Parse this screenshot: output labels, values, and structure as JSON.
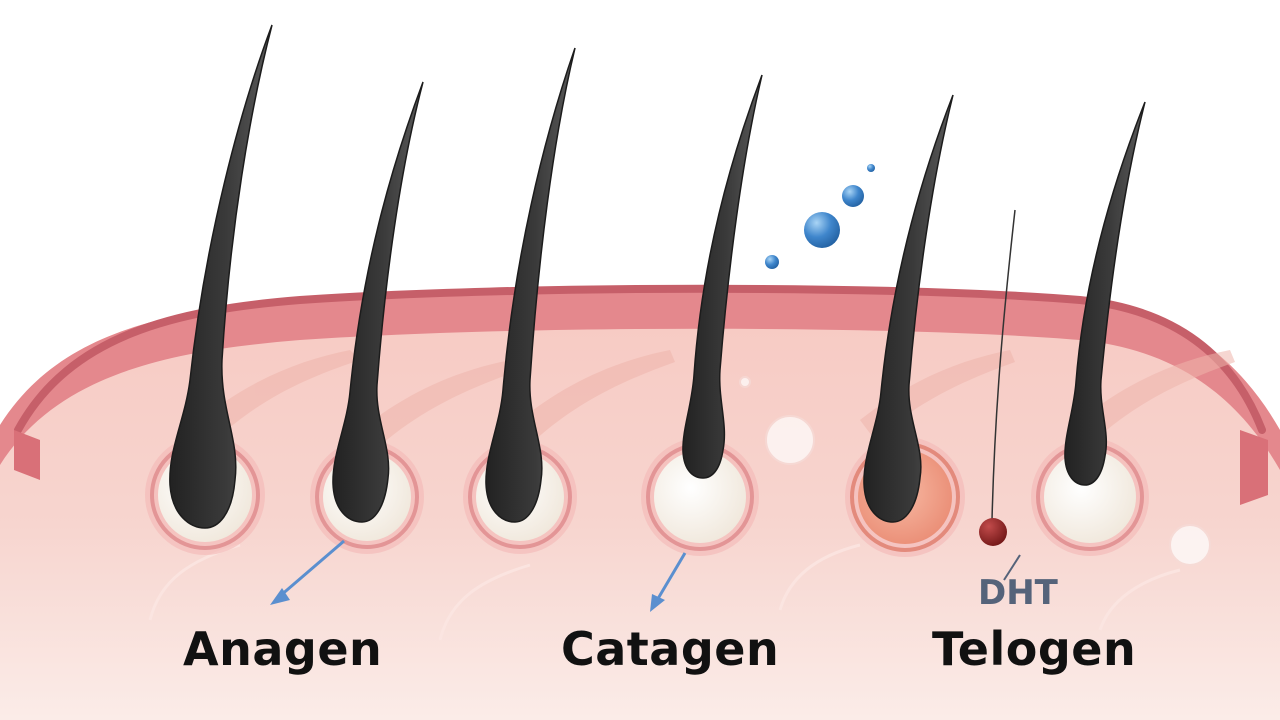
{
  "labels": {
    "anagen": "Anagen",
    "catagen": "Catagen",
    "telogen": "Telogen",
    "dht": "DHT"
  },
  "colors": {
    "hair": "#2f2f2f",
    "hair_highlight": "#6b6b6b",
    "skin_surface": "#d9717a",
    "skin_dermis": "#f6d3cc",
    "follicle_bulb": "#fbf6ee",
    "follicle_ring": "#e89b9b",
    "inflamed_follicle": "#f2a58c",
    "dht_molecule": "#8a1f1f",
    "arrow": "#5b8fcf",
    "droplet": "#3f86cc",
    "dht_text": "#55637a",
    "label_text": "#111111"
  },
  "icons": {
    "hair_strands": "hair-strand-icon",
    "follicles": "hair-follicle-icon",
    "droplets": "water-droplet-icon",
    "arrows": "arrow-icon",
    "dht_molecule": "dht-molecule-icon"
  }
}
